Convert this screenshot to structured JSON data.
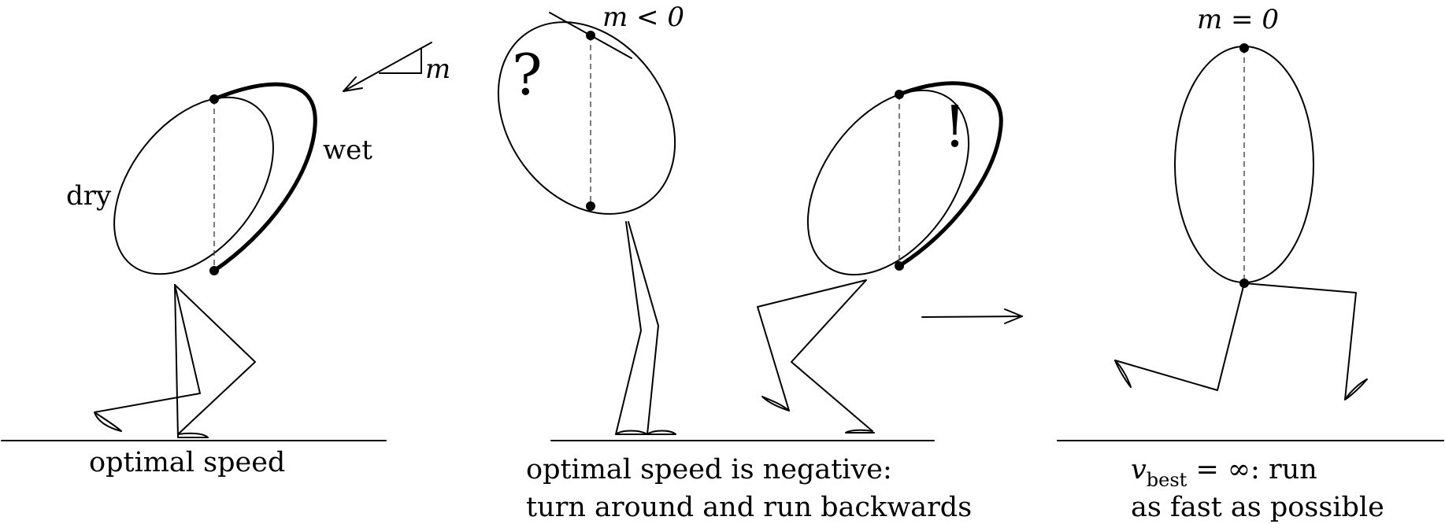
{
  "panel1": {
    "label_dry": "dry",
    "label_wet": "wet",
    "slope_symbol": "m",
    "caption": "optimal speed"
  },
  "panel2": {
    "annotation": "m < 0",
    "question_mark": "?",
    "exclamation_mark": "!",
    "caption_line1": "optimal speed is negative:",
    "caption_line2": "turn around and run backwards"
  },
  "panel3": {
    "annotation": "m = 0",
    "caption_v": "v",
    "caption_sub": "best",
    "caption_rest": " = ∞: run",
    "caption_line2": "as fast as possible"
  }
}
